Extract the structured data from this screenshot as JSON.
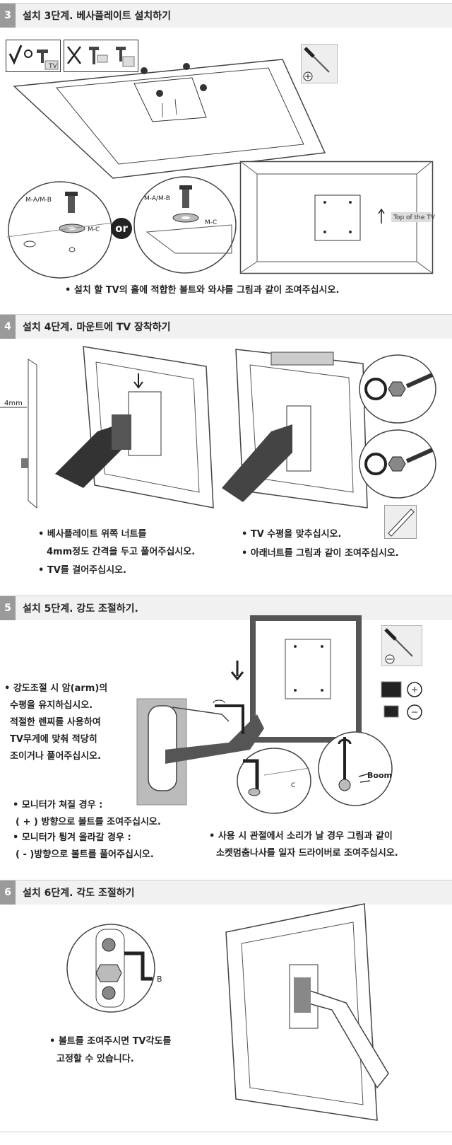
{
  "sections": [
    {
      "num": "3",
      "title": "설치 3단계. 베사플레이트 설치하기"
    },
    {
      "num": "4",
      "title": "설치 4단계. 마운트에 TV 장착하기"
    },
    {
      "num": "5",
      "title": "설치 5단계. 강도 조절하기."
    },
    {
      "num": "6",
      "title": "설치 6단계. 각도 조절하기"
    }
  ],
  "step3": {
    "note": "• 설치 할 TV의 홀에 적합한 볼트와 와샤를 그림과 같이 조여주십시오.",
    "label_bolt": "M-A/M-B",
    "label_washer": "M-C",
    "or_text": "or",
    "top_of_tv": "Top of the TV",
    "tv_text": "TV"
  },
  "step4": {
    "dim": "4mm",
    "b1_line1": "• 베사플레이트 위쪽 너트를",
    "b1_line2": "4mm정도 간격을 두고 풀어주십시오.",
    "b2": "• TV를 걸어주십시오.",
    "b3": "• TV 수평을 맞추십시오.",
    "b4": "• 아래너트를 그림과 같이 조여주십시오."
  },
  "step5": {
    "left_lines": [
      "• 강도조절 시 암(arm)의",
      "수평을 유지하십시오.",
      "적절한 렌찌를 사용하여",
      "TV무게에 맞춰  적당히",
      "조이거나 풀어주십시오."
    ],
    "cond_lines": [
      "• 모니터가 쳐질 경우 :",
      "( + ) 방향으로 볼트를 조여주십시오.",
      "• 모니터가 튕겨 올라갈 경우 :",
      "( - )방향으로 볼트를 풀어주십시오."
    ],
    "right_line1": "• 사용 시 관절에서 소리가 날 경우 그림과 같이",
    "right_line2": "소켓멈춤나사를 일자 드라이버로 조여주십시오.",
    "label_c": "C",
    "boom": "Boom"
  },
  "step6": {
    "label_b": "B",
    "line1": "• 볼트를 조여주시면 TV각도를",
    "line2": "고정할 수 있습니다."
  }
}
